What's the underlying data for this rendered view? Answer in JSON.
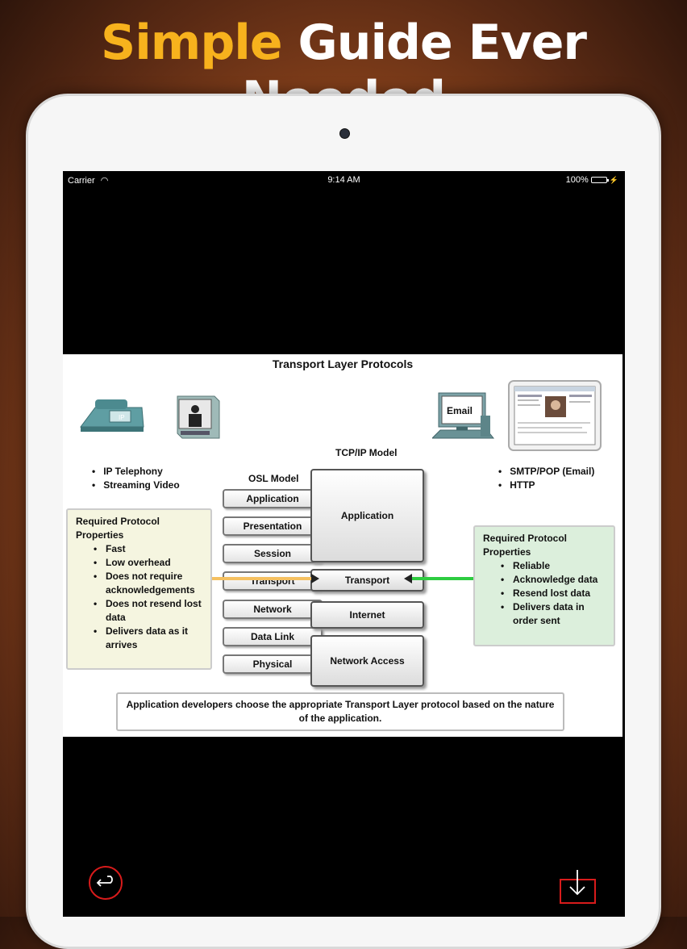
{
  "banner": {
    "word1": "Simple",
    "word2": "Guide Ever Needed"
  },
  "status_bar": {
    "carrier": "Carrier",
    "time": "9:14 AM",
    "battery": "100%"
  },
  "slide": {
    "title": "Transport Layer Protocols",
    "email_label": "Email",
    "left_apps": [
      "IP Telephony",
      "Streaming Video"
    ],
    "right_apps": [
      "SMTP/POP (Email)",
      "HTTP"
    ],
    "osi_label": "OSL Model",
    "tcp_label": "TCP/IP Model",
    "osi_layers": [
      "Application",
      "Presentation",
      "Session",
      "Transport",
      "Network",
      "Data Link",
      "Physical"
    ],
    "tcp_layers": [
      "Application",
      "Transport",
      "Internet",
      "Network Access"
    ],
    "udp_props": {
      "heading": "Required Protocol Properties",
      "items": [
        "Fast",
        "Low overhead",
        "Does not require acknowledgements",
        "Does not resend lost data",
        "Delivers data as it arrives"
      ]
    },
    "tcp_props": {
      "heading": "Required Protocol Properties",
      "items": [
        "Reliable",
        "Acknowledge data",
        "Resend lost data",
        "Delivers data in order sent"
      ]
    },
    "note": "Application developers choose the appropriate Transport Layer protocol based on the nature of the application."
  },
  "toolbar": {
    "back_icon": "back-arrow-icon",
    "download_icon": "download-icon"
  },
  "colors": {
    "banner_accent": "#f7b21d",
    "udp_box": "#f5f5e0",
    "tcp_box": "#dcefdc",
    "arrow_orange": "#f5c060",
    "arrow_green": "#2ecc40",
    "nav_red": "#d81b1b"
  }
}
